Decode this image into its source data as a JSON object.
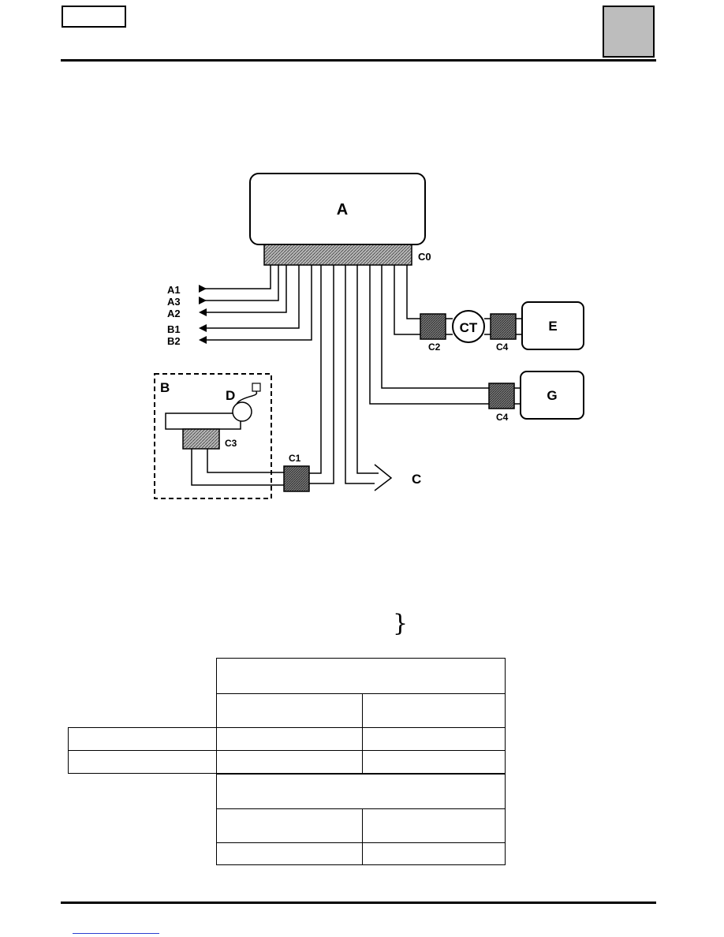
{
  "diagram": {
    "ecu_label": "A",
    "connector_c0": "C0",
    "connector_c1": "C1",
    "connector_c2": "C2",
    "connector_c3": "C3",
    "connector_c4_top": "C4",
    "connector_c4_bottom": "C4",
    "coil_label": "CT",
    "unit_e": "E",
    "unit_g": "G",
    "module_b": "B",
    "part_d": "D",
    "output_c": "C",
    "wire_a1": "A1",
    "wire_a3": "A3",
    "wire_a2": "A2",
    "wire_b1": "B1",
    "wire_b2": "B2"
  },
  "colors": {
    "line": "#000000",
    "connector_fill": "#9a9a9a",
    "corner_tab_fill": "#bdbdbd",
    "footer_link": "#2b3fd0"
  }
}
